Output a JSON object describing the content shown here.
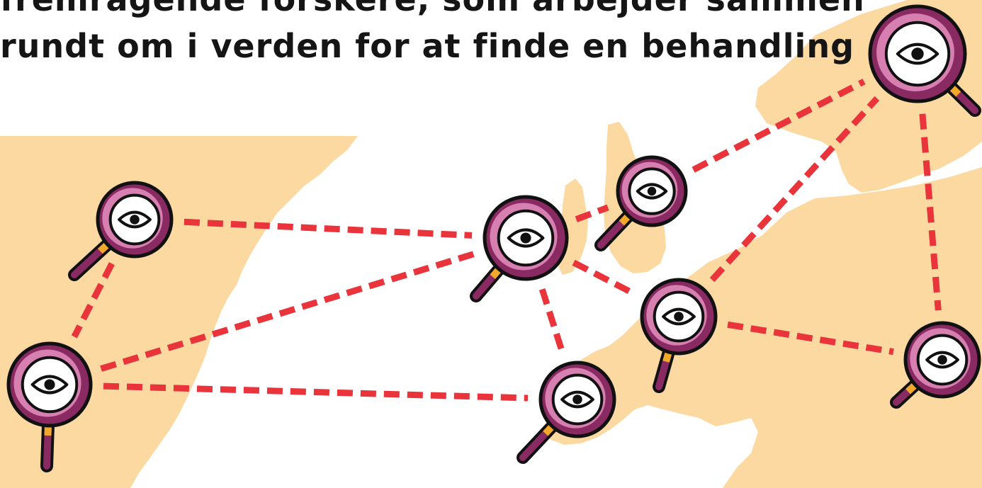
{
  "headline": {
    "line1": "fremragende forskere, som arbejder sammen",
    "line2": "rundt om i verden for at finde en behandling"
  },
  "researchers": [
    {
      "id": "north-america-west",
      "icon": "magnifying-glass-eye-icon"
    },
    {
      "id": "north-america-south",
      "icon": "magnifying-glass-eye-icon"
    },
    {
      "id": "uk",
      "icon": "magnifying-glass-eye-icon"
    },
    {
      "id": "scandinavia",
      "icon": "magnifying-glass-eye-icon"
    },
    {
      "id": "russia",
      "icon": "magnifying-glass-eye-icon"
    },
    {
      "id": "central-europe",
      "icon": "magnifying-glass-eye-icon"
    },
    {
      "id": "spain",
      "icon": "magnifying-glass-eye-icon"
    },
    {
      "id": "middle-east",
      "icon": "magnifying-glass-eye-icon"
    }
  ],
  "connections": [
    [
      "north-america-west",
      "north-america-south"
    ],
    [
      "north-america-west",
      "uk"
    ],
    [
      "north-america-south",
      "uk"
    ],
    [
      "north-america-south",
      "spain"
    ],
    [
      "uk",
      "scandinavia"
    ],
    [
      "uk",
      "central-europe"
    ],
    [
      "uk",
      "spain"
    ],
    [
      "scandinavia",
      "russia"
    ],
    [
      "central-europe",
      "russia"
    ],
    [
      "central-europe",
      "middle-east"
    ],
    [
      "russia",
      "middle-east"
    ]
  ],
  "colors": {
    "land": "#fcd9a1",
    "dash": "#e8343a",
    "lens_ring": "#8a2a63",
    "lens_ring_light": "#d77fb0",
    "handle": "#8a2a63",
    "collar": "#f2a92a",
    "outline": "#111111",
    "text": "#151515"
  }
}
